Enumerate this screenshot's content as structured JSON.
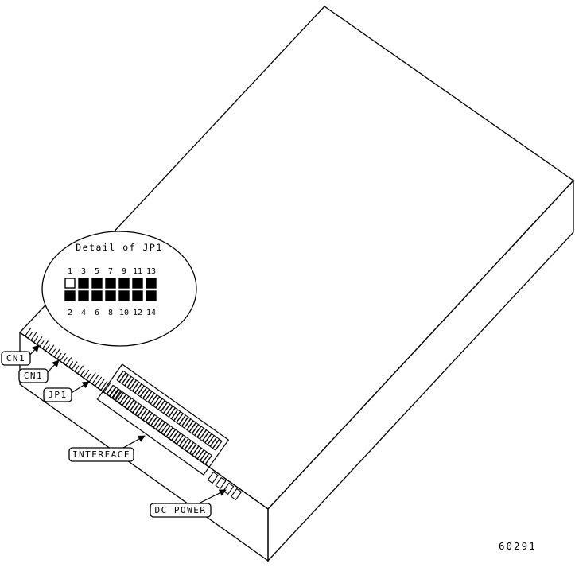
{
  "figure_number": "60291",
  "colors": {
    "line": "#000000",
    "background": "#ffffff"
  },
  "callouts": [
    {
      "id": "cn1-a",
      "label": "CN1"
    },
    {
      "id": "cn1-b",
      "label": "CN1"
    },
    {
      "id": "jp1",
      "label": "JP1"
    },
    {
      "id": "interface",
      "label": "INTERFACE"
    },
    {
      "id": "dc-power",
      "label": "DC POWER"
    }
  ],
  "detail": {
    "title": "Detail of JP1",
    "top_pin_numbers": [
      "1",
      "3",
      "5",
      "7",
      "9",
      "11",
      "13"
    ],
    "bottom_pin_numbers": [
      "2",
      "4",
      "6",
      "8",
      "10",
      "12",
      "14"
    ],
    "top_pin_states": [
      "open",
      "filled",
      "filled",
      "filled",
      "filled",
      "filled",
      "filled"
    ],
    "bottom_pin_states": [
      "filled",
      "filled",
      "filled",
      "filled",
      "filled",
      "filled",
      "filled"
    ]
  }
}
